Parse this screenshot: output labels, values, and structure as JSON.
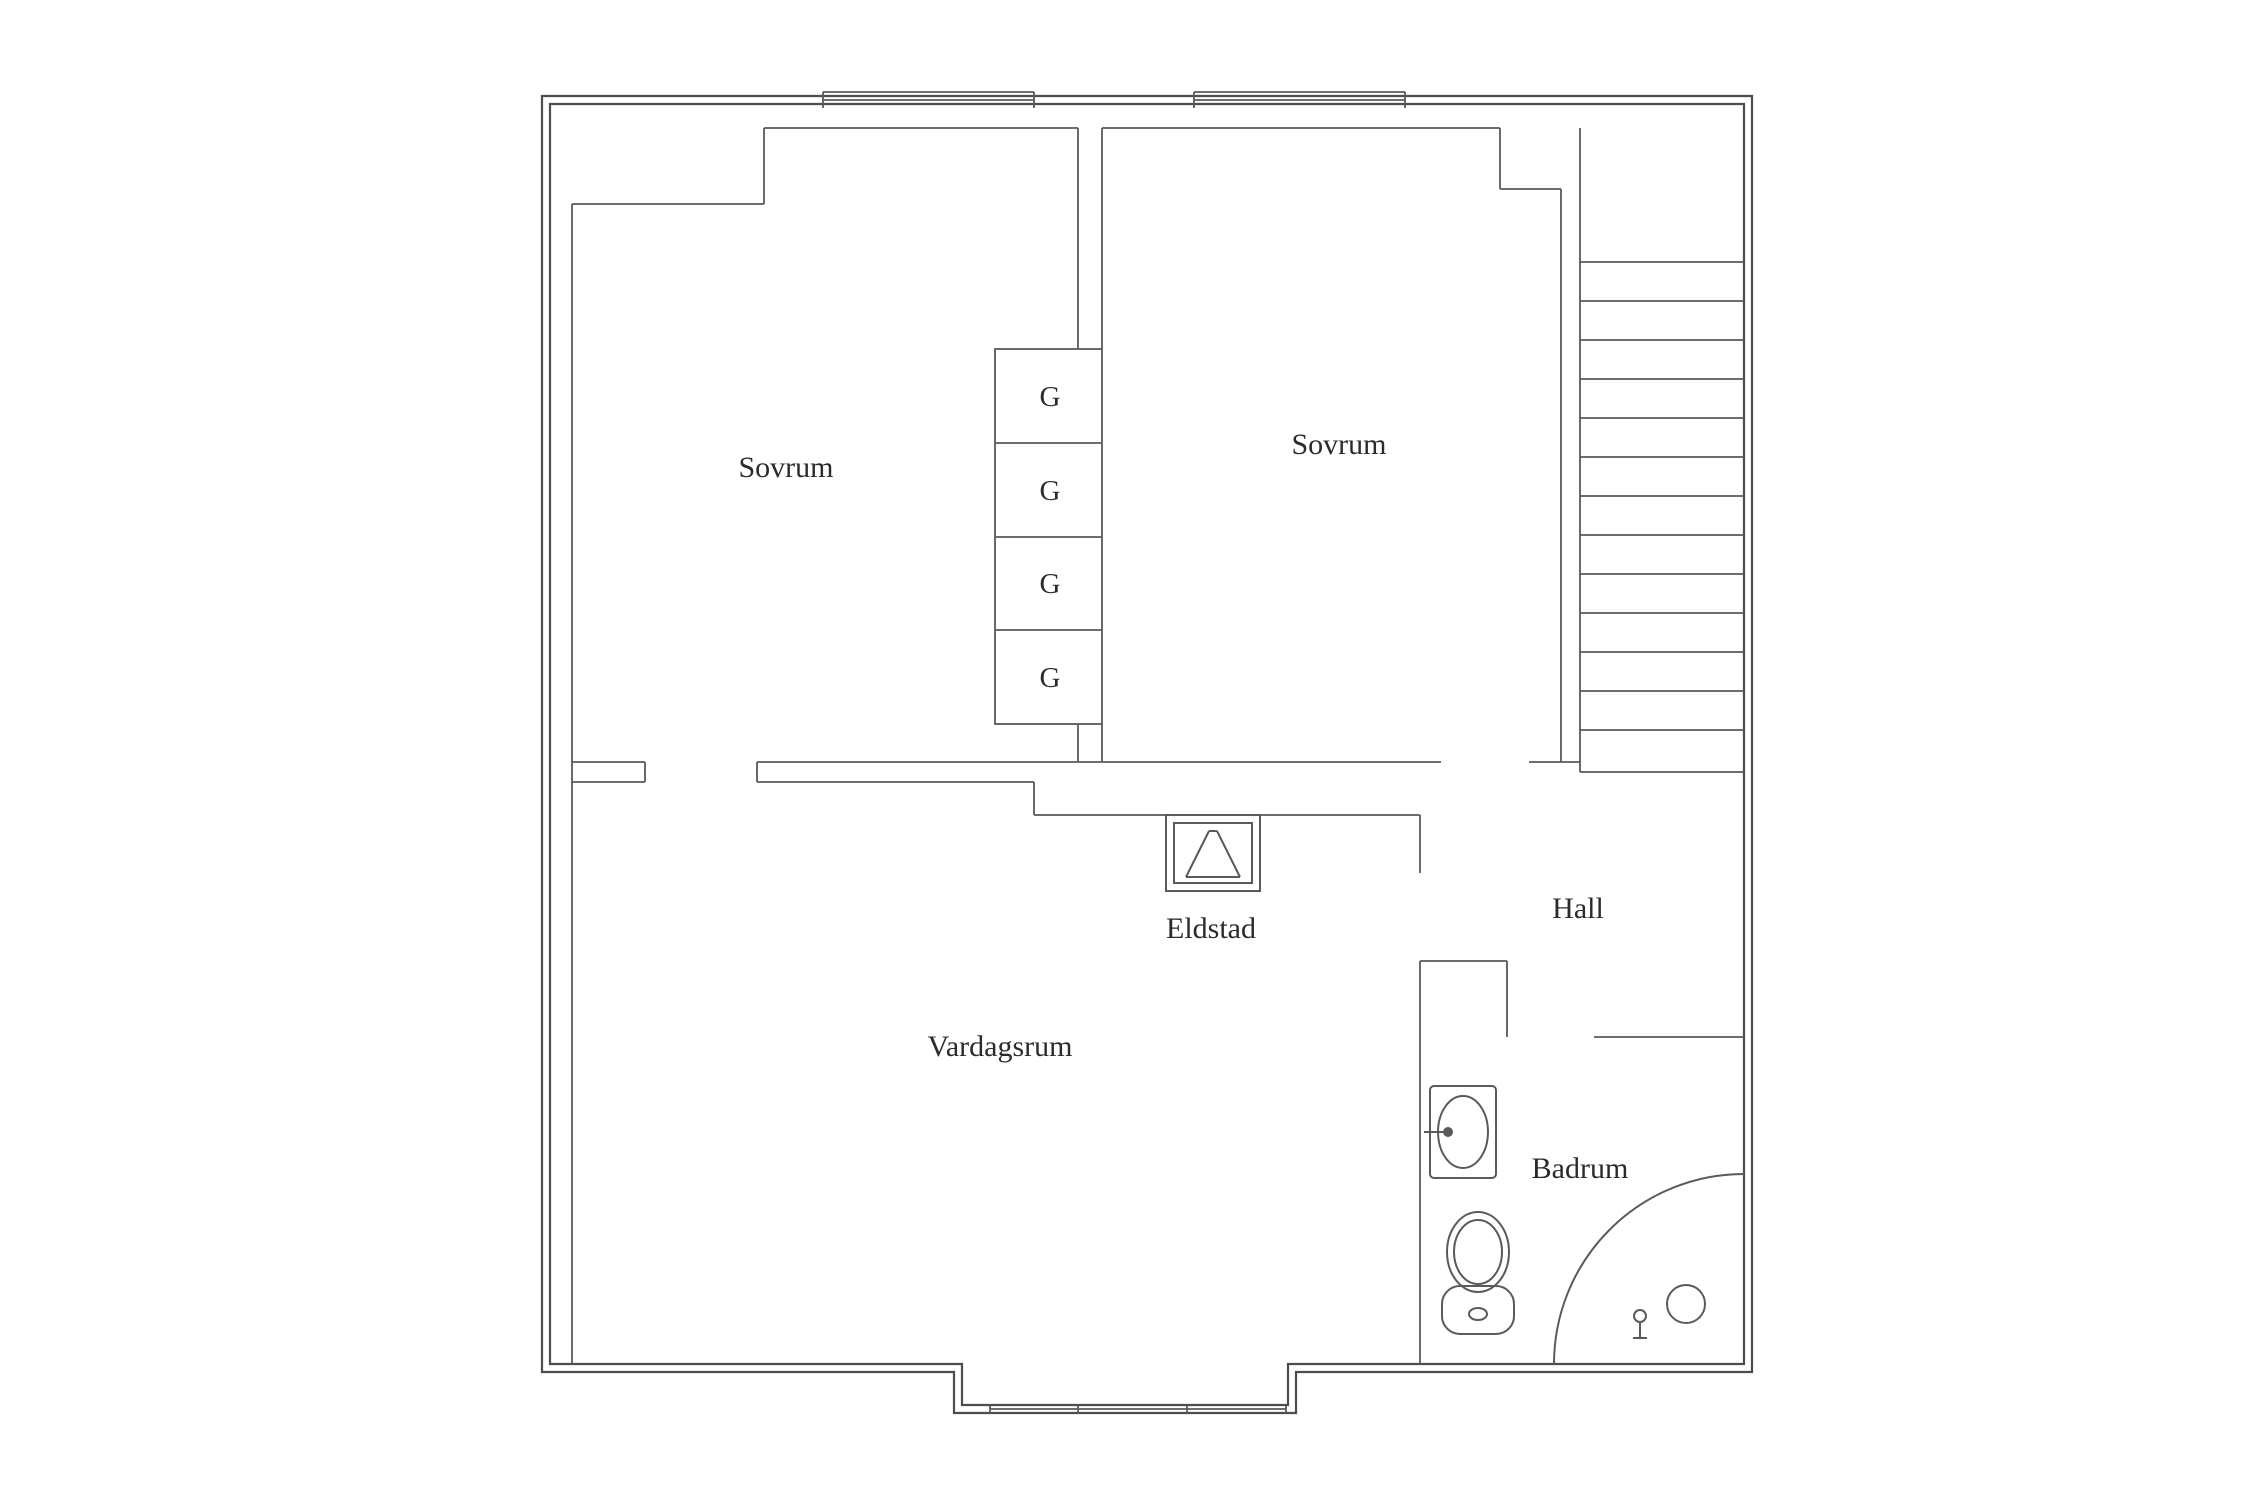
{
  "page": {
    "background_color": "#ffffff",
    "line_color": "#4d4d4d",
    "text_color": "#2b2b2b"
  },
  "floorplan": {
    "rooms": {
      "bedroom_left": {
        "label": "Sovrum"
      },
      "bedroom_right": {
        "label": "Sovrum"
      },
      "hall": {
        "label": "Hall"
      },
      "fireplace": {
        "label": "Eldstad"
      },
      "living_room": {
        "label": "Vardagsrum"
      },
      "bathroom": {
        "label": "Badrum"
      }
    },
    "closets": [
      {
        "label": "G"
      },
      {
        "label": "G"
      },
      {
        "label": "G"
      },
      {
        "label": "G"
      }
    ],
    "icons": {
      "staircase": "stair-treads",
      "fireplace": "hearth-symbol",
      "sink": "wash-basin",
      "toilet": "toilet-top-view",
      "shower": "quarter-circle-shower"
    }
  }
}
